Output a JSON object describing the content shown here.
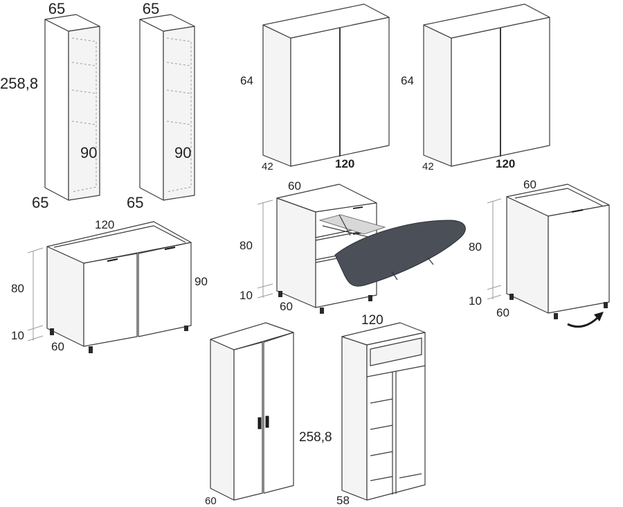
{
  "dimensions": {
    "tall_unit_1": {
      "width": "65",
      "depth": "65",
      "height": "258,8",
      "inner_height": "90"
    },
    "tall_unit_2": {
      "width": "65",
      "depth": "65",
      "inner_height": "90"
    },
    "wall_unit_1": {
      "height": "64",
      "depth": "42",
      "width": "120"
    },
    "wall_unit_2": {
      "height": "64",
      "depth": "42",
      "width": "120"
    },
    "base_unit_double": {
      "width": "120",
      "height": "80",
      "legs": "10",
      "depth": "60",
      "side_height": "90"
    },
    "ironing_unit": {
      "width": "60",
      "height": "80",
      "legs": "10",
      "depth": "60"
    },
    "base_unit_single": {
      "width": "60",
      "height": "80",
      "legs": "10",
      "depth": "60"
    },
    "wardrobe_closed": {
      "depth": "60"
    },
    "wardrobe_open": {
      "width": "120",
      "height": "258,8",
      "depth": "58"
    }
  },
  "colors": {
    "line": "#3a3a3a",
    "dimension_line": "#9a9a9a",
    "ironing_board": "#4a4f58",
    "handles": "#1f1f1f"
  },
  "icons": {
    "rotation_arrow": "curved-arrow-icon"
  }
}
